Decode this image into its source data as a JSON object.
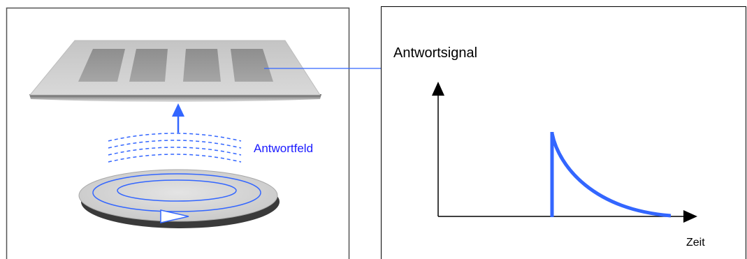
{
  "labels": {
    "response_field": "Antwortfeld",
    "response_signal": "Antwortsignal",
    "time_axis": "Zeit"
  },
  "colors": {
    "accent_blue": "#3366ff",
    "label_blue": "#1a1aff",
    "panel_border": "#555555",
    "gray_plate": "#cccccc",
    "gray_bar": "#999999"
  },
  "left_panel": {
    "sensor_array_bars": 4,
    "field_arc_lines": 4,
    "coil_rings": 2
  },
  "right_panel": {
    "signal_curve": "step-then-exponential-decay"
  }
}
